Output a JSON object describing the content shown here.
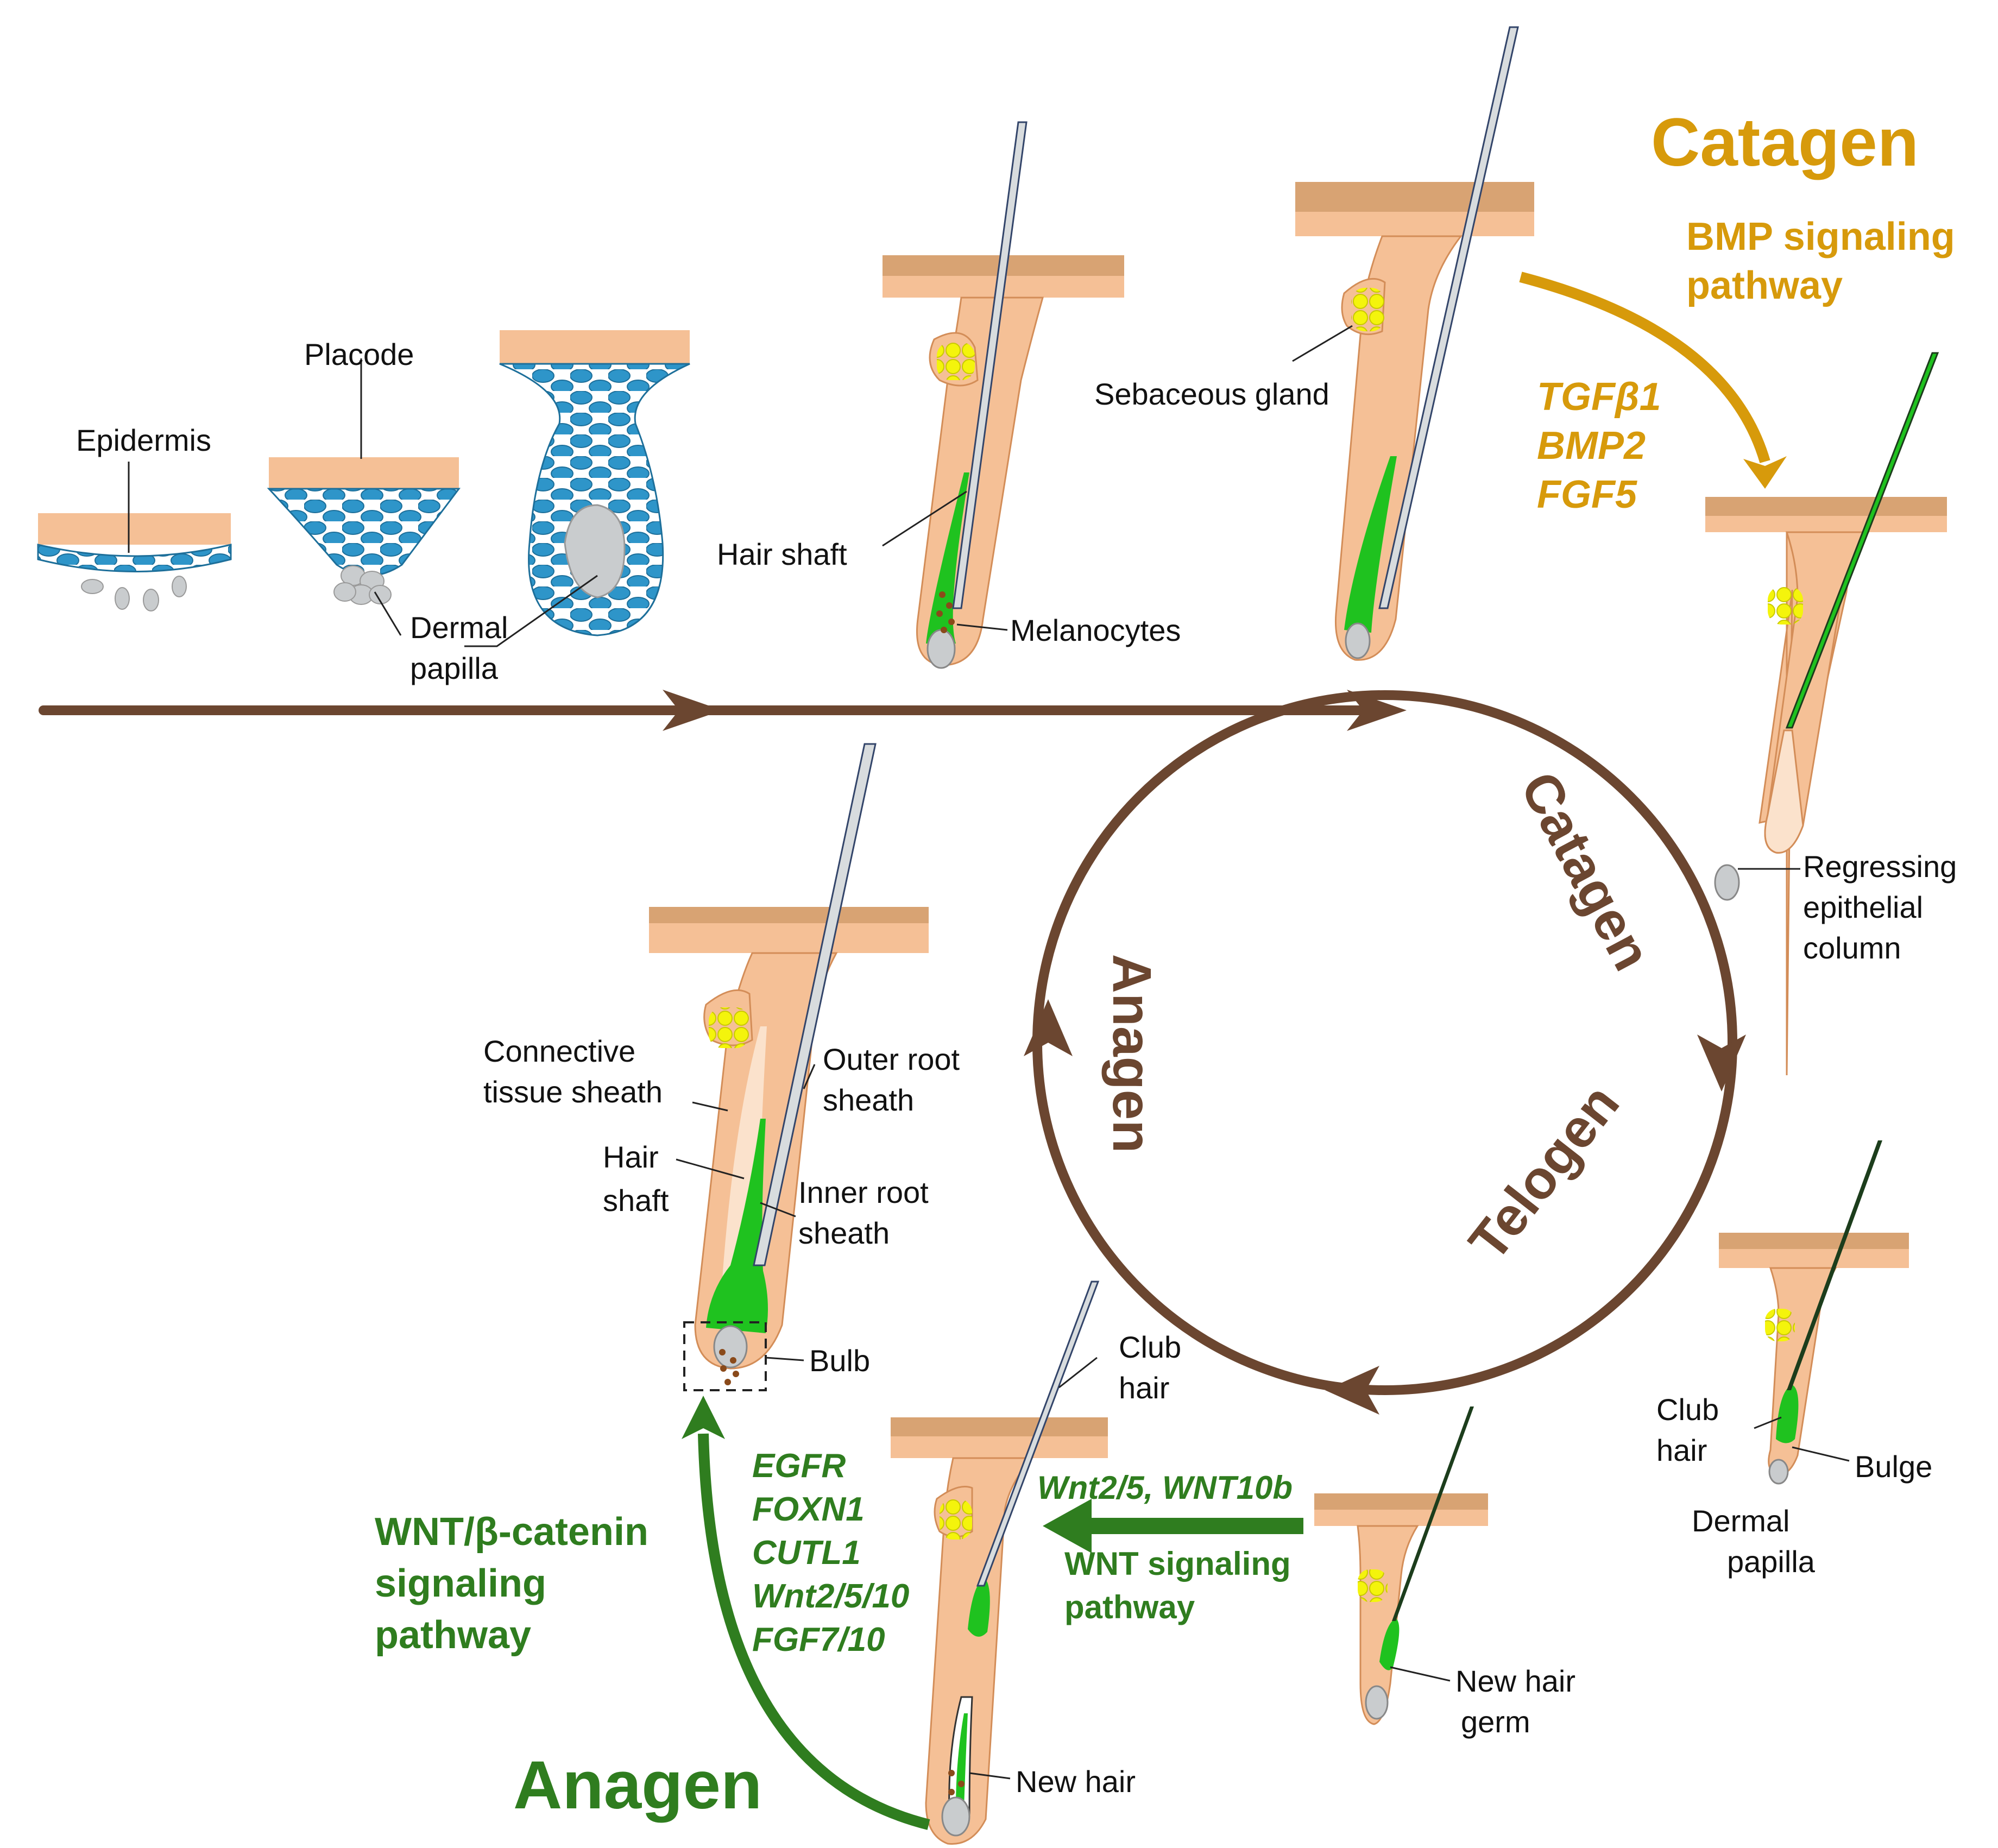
{
  "colors": {
    "brown": "#6b4630",
    "skin_top": "#d8a373",
    "skin": "#f5c096",
    "cells": "#2e95c9",
    "green": "#2f7d1f",
    "gold": "#d79a0b",
    "papilla": "#c9ccce",
    "gland": "#f4f40c"
  },
  "dev": {
    "epidermis": "Epidermis",
    "placode": "Placode",
    "dermal_papilla": [
      "Dermal",
      "papilla"
    ]
  },
  "full": {
    "hair_shaft": "Hair shaft",
    "melanocytes": "Melanocytes",
    "sebaceous": "Sebaceous gland"
  },
  "catagen": {
    "title": "Catagen",
    "pathway": [
      "BMP signaling",
      "pathway"
    ],
    "genes": [
      "TGFβ1",
      "BMP2",
      "FGF5"
    ],
    "regressing": [
      "Regressing",
      "epithelial",
      "column"
    ]
  },
  "cycle": {
    "catagen": "Catagen",
    "telogen": "Telogen",
    "anagen": "Anagen"
  },
  "anatomy": {
    "connective": [
      "Connective",
      "tissue sheath"
    ],
    "outer_root": [
      "Outer root",
      "sheath"
    ],
    "hair_shaft": [
      "Hair",
      "shaft"
    ],
    "inner_root": [
      "Inner root",
      "sheath"
    ],
    "bulb": "Bulb"
  },
  "telogen": {
    "club_hair": [
      "Club",
      "hair"
    ],
    "bulge": "Bulge",
    "dermal_papilla": [
      "Dermal",
      "papilla"
    ]
  },
  "new_germ": {
    "label": [
      "New hair",
      "germ"
    ]
  },
  "wnt": {
    "genes": "Wnt2/5, WNT10b",
    "pathway": [
      "WNT signaling",
      "pathway"
    ]
  },
  "early_anagen": {
    "club_hair": [
      "Club",
      "hair"
    ],
    "new_hair": "New hair"
  },
  "anagen_genes": [
    "EGFR",
    "FOXN1",
    "CUTL1",
    "Wnt2/5/10",
    "FGF7/10"
  ],
  "wnt_beta": [
    "WNT/β-catenin",
    "signaling",
    "pathway"
  ],
  "anagen_title": "Anagen"
}
